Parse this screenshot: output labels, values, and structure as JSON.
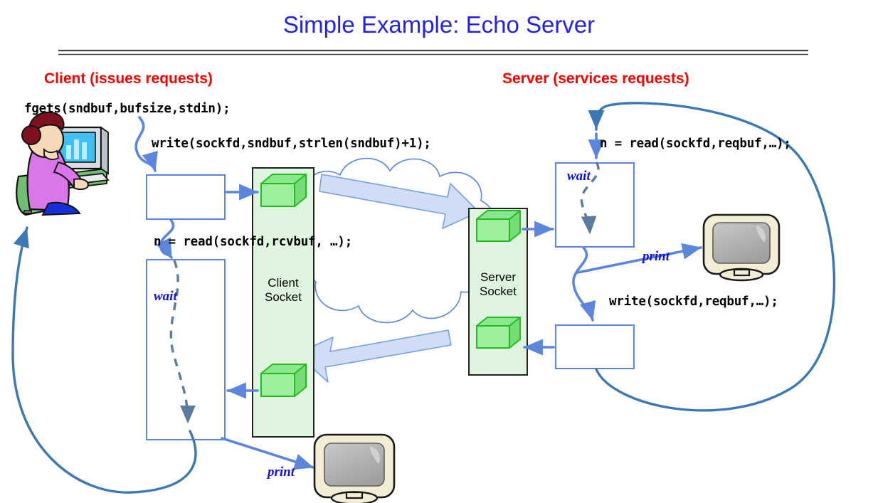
{
  "slide": {
    "title": "Simple Example: Echo Server",
    "title_color": "#2222EE",
    "divider": "double-rule"
  },
  "headings": {
    "client": "Client (issues requests)",
    "server": "Server (services requests)",
    "color": "#FF0000"
  },
  "client": {
    "code_fgets": "fgets(sndbuf,bufsize,stdin);",
    "code_write": "write(sockfd,sndbuf,strlen(sndbuf)+1);",
    "code_read": "n = read(sockfd,rcvbuf, …);",
    "wait_label": "wait",
    "print_label": "print",
    "user_icon": "person-at-computer-icon",
    "monitor_icon": "monitor-icon"
  },
  "server": {
    "code_read": "n = read(sockfd,reqbuf,…);",
    "code_write": "write(sockfd,reqbuf,…);",
    "wait_label": "wait",
    "print_label": "print",
    "monitor_icon": "monitor-icon"
  },
  "sockets": {
    "client_socket": "Client\nSocket",
    "server_socket": "Server\nSocket",
    "fill": "#DFF5DF",
    "buffer_fill": "#90EE90",
    "buffer_stroke": "#22BB22"
  },
  "network": {
    "cloud_stroke": "#5B86DB",
    "arrow_fill": "#CFDDF6",
    "arrow_stroke": "#7A9FE0",
    "flow_to_server": "request-data-arrow",
    "flow_to_client": "response-data-arrow"
  },
  "colors": {
    "flow_blue": "#5B86DB",
    "loop_blue": "#3C78B4",
    "dashed_gray": "#5C7C9E"
  }
}
